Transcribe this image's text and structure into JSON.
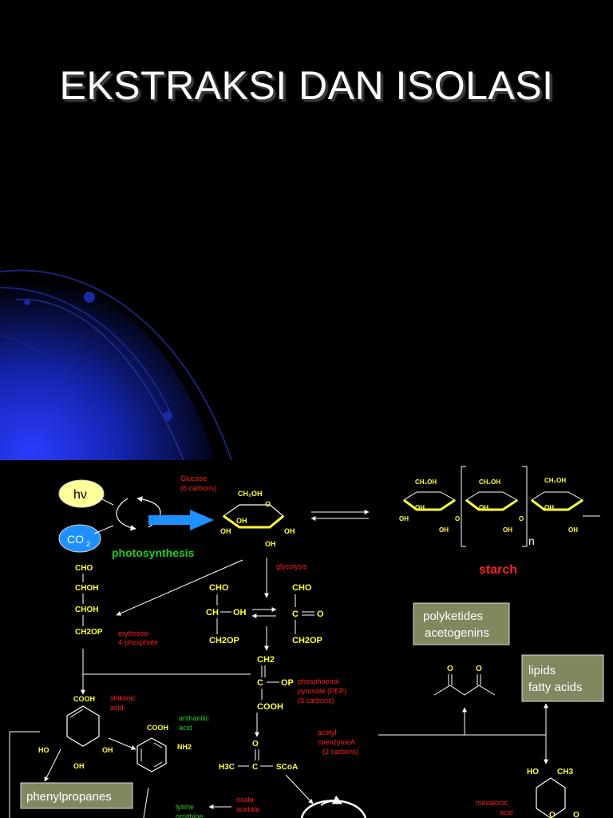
{
  "slide": {
    "title": "EKSTRAKSI DAN ISOLASI"
  },
  "diagram": {
    "hv": "hν",
    "co2": "CO",
    "co2_sub": "2",
    "photosynthesis": "photosynthesis",
    "glucose": [
      "Glucose",
      "(6 carbons)"
    ],
    "ch2oh": "CH₂OH",
    "oh": "OH",
    "o": "O",
    "n": "n",
    "starch": "starch",
    "glycolysis": "glycolysis",
    "erythrose_chain": [
      "CHO",
      "CHOH",
      "CHOH",
      "CH2OP"
    ],
    "erythrose_label": [
      "erythrose-",
      "4-phosphate"
    ],
    "triose1": [
      "CHO",
      "CH",
      "OH",
      "CH2OP"
    ],
    "triose2": [
      "CHO",
      "C",
      "O",
      "CH2OP"
    ],
    "pep_struct": [
      "CH2",
      "C",
      "OP",
      "COOH"
    ],
    "pep_label": [
      "phosphoenol",
      "pyruvate (PEP)",
      "(3 carbons)"
    ],
    "shikimic": {
      "cooh": "COOH",
      "ho": "HO",
      "oh": "OH",
      "label": [
        "shikimic",
        "acid"
      ]
    },
    "anthranilic": {
      "cooh": "COOH",
      "nh2": "NH2",
      "label": [
        "anthanilic",
        "acid"
      ]
    },
    "acetyl": {
      "o": "O",
      "h3c": "H3C",
      "c": "C",
      "scoa": "SCoA",
      "label": [
        "acetyl-",
        "coenzymeA",
        "(2 carbons)"
      ]
    },
    "polyketides": [
      "polyketides",
      "acetogenins"
    ],
    "lipids": [
      "lipids",
      "fatty acids"
    ],
    "diketone_o": [
      "O",
      "O"
    ],
    "mevalonic": {
      "ho": "HO",
      "ch3": "CH3",
      "label": [
        "mevalonic",
        "acid"
      ]
    },
    "phenylpropanes": "phenylpropanes",
    "oxaloacetate": [
      "oxalo-",
      "acetate"
    ],
    "lysine": [
      "lysine",
      "ornithine"
    ],
    "colors": {
      "accent_red": "#ff1f1f",
      "struct_yellow": "#ffff33",
      "green": "#22cc22",
      "box_bg": "#808860",
      "arrow_blue": "#1e90ff"
    }
  }
}
